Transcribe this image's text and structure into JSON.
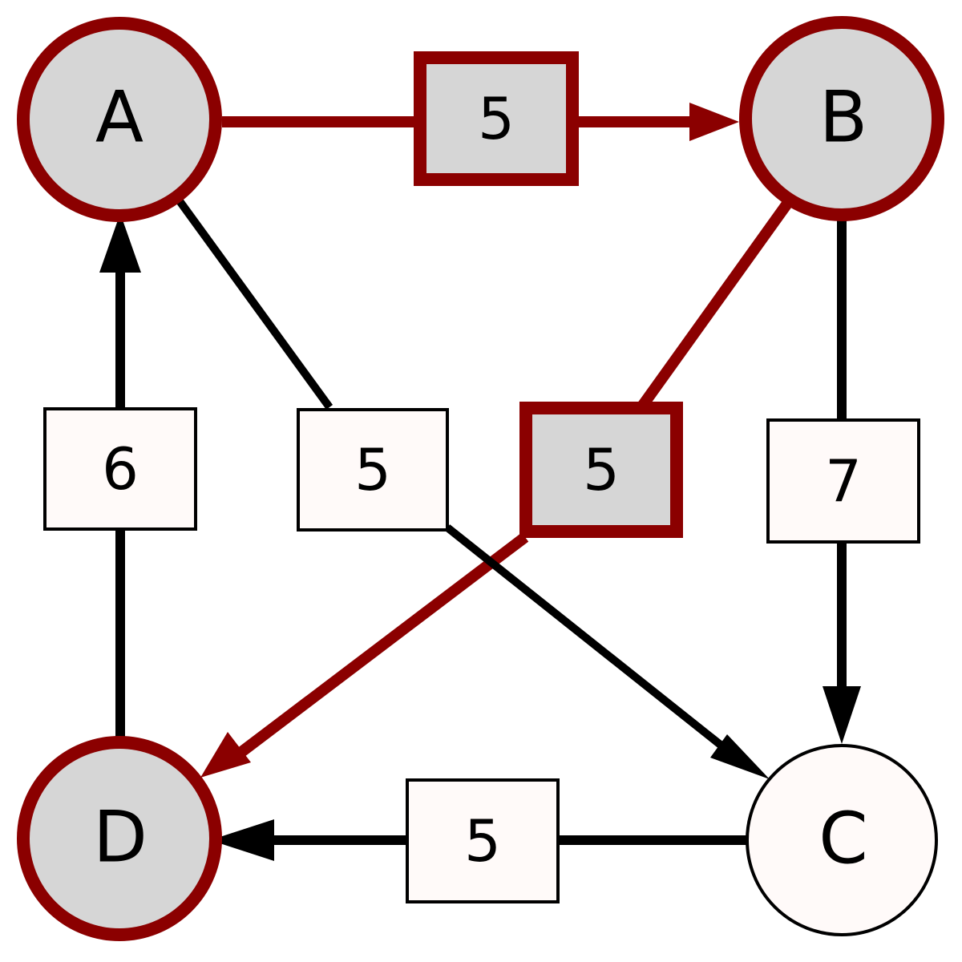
{
  "colors": {
    "highlight": "#8b0000",
    "normal": "#000000",
    "node_fill_visited": "#d6d6d6",
    "node_fill_default": "#fffaf9",
    "weight_fill_visited": "#d6d6d6",
    "weight_fill_default": "#fffaf9"
  },
  "nodes": {
    "A": {
      "label": "A",
      "highlighted": true
    },
    "B": {
      "label": "B",
      "highlighted": true
    },
    "C": {
      "label": "C",
      "highlighted": false
    },
    "D": {
      "label": "D",
      "highlighted": true
    }
  },
  "edges": {
    "AB": {
      "from": "A",
      "to": "B",
      "weight": "5",
      "highlighted": true
    },
    "BD": {
      "from": "B",
      "to": "D",
      "weight": "5",
      "highlighted": true
    },
    "AC": {
      "from": "A",
      "to": "C",
      "weight": "5",
      "highlighted": false
    },
    "BC": {
      "from": "B",
      "to": "C",
      "weight": "7",
      "highlighted": false
    },
    "CD": {
      "from": "C",
      "to": "D",
      "weight": "5",
      "highlighted": false
    },
    "DA": {
      "from": "D",
      "to": "A",
      "weight": "6",
      "highlighted": false
    }
  }
}
